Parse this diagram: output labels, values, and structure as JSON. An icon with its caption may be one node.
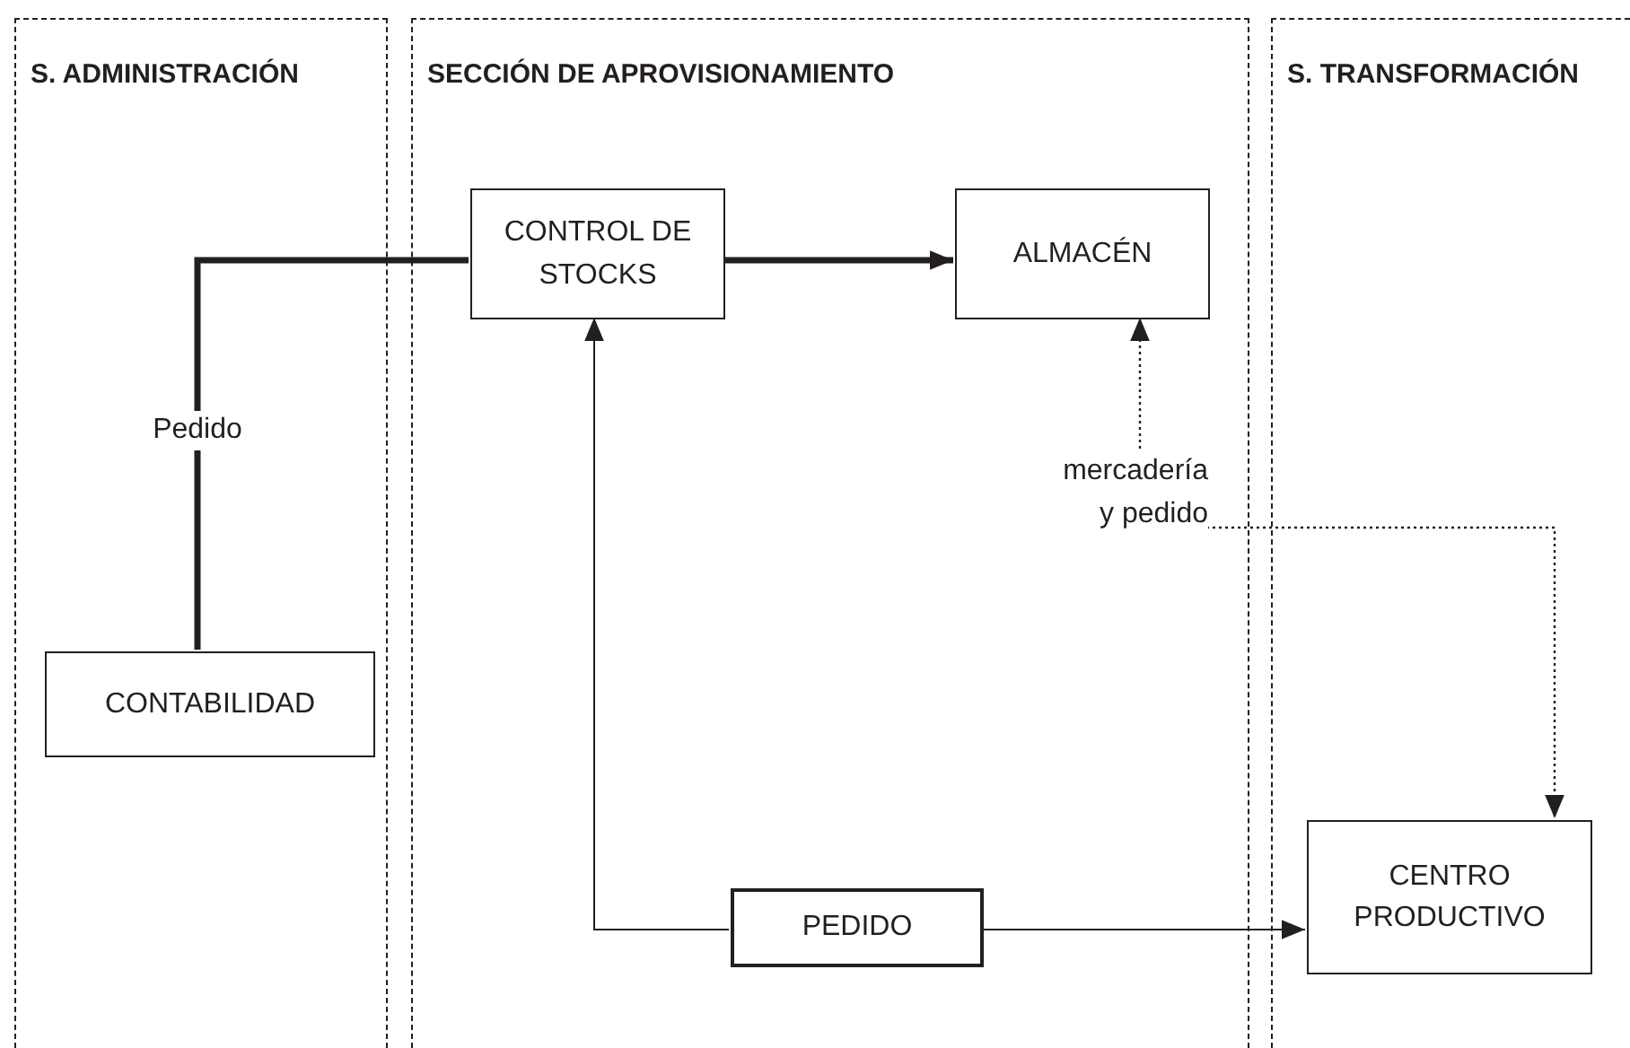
{
  "diagram": {
    "nodes": [
      {
        "text": [
          "S. ADMINISTRACIÓN"
        ]
      },
      {
        "text": [
          "CONTABILIDAD"
        ],
        "in": 0
      },
      {
        "text": [
          "SECCIÓN DE APROVISIONAMIENTO"
        ]
      },
      {
        "text": [
          "CONTROL DE STOCKS"
        ],
        "in": 2
      },
      {
        "text": [
          "ALMACÉN"
        ],
        "in": 2
      },
      {
        "text": [
          "mercadería y pedido"
        ],
        "in": 2
      },
      {
        "text": [
          "PEDIDO"
        ],
        "in": 2
      },
      {
        "text": [
          "S. TRANSFORMACIÓN"
        ]
      },
      {
        "text": [
          "CENTRO PRODUCTIVO"
        ],
        "in": 7
      }
    ],
    "edges": [
      {
        "from": 1,
        "to": 3,
        "arrow": "none",
        "label": "Pedido",
        "style": "thick"
      },
      {
        "from": 3,
        "to": 4,
        "arrow": "to",
        "style": "thick"
      },
      {
        "from": 5,
        "to": 4,
        "arrow": "to",
        "style": "dashed"
      },
      {
        "from": 5,
        "to": 8,
        "arrow": "to",
        "style": "dashed"
      },
      {
        "from": 6,
        "to": 3,
        "arrow": "to"
      },
      {
        "from": 6,
        "to": 8,
        "arrow": "to"
      }
    ]
  }
}
